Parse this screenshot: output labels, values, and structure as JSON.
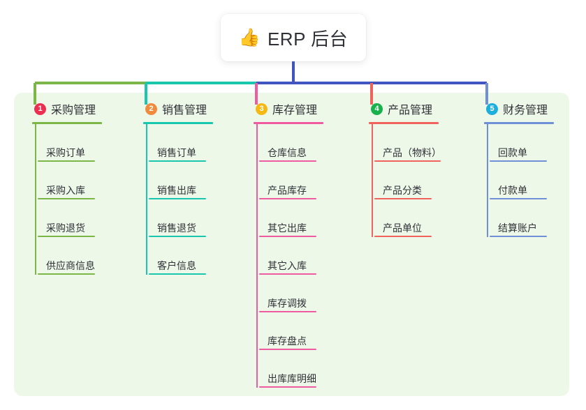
{
  "root": {
    "icon": "thumbs-up-icon",
    "emoji": "👍",
    "title": "ERP 后台"
  },
  "palette": {
    "panel_background": "#eef8e9",
    "page_background": "#ffffff",
    "root_stem": "#4055c0",
    "text": "#2f3137"
  },
  "columns": [
    {
      "index": "1",
      "title": "采购管理",
      "badge_color": "#ec2f51",
      "line_color": "#7ab648",
      "leaves": [
        {
          "label": "采购订单"
        },
        {
          "label": "采购入库"
        },
        {
          "label": "采购退货"
        },
        {
          "label": "供应商信息"
        }
      ]
    },
    {
      "index": "2",
      "title": "销售管理",
      "badge_color": "#f08a3c",
      "line_color": "#19c7ae",
      "leaves": [
        {
          "label": "销售订单"
        },
        {
          "label": "销售出库"
        },
        {
          "label": "销售退货"
        },
        {
          "label": "客户信息"
        }
      ]
    },
    {
      "index": "3",
      "title": "库存管理",
      "badge_color": "#f5b916",
      "line_color": "#ef5aa0",
      "leaves": [
        {
          "label": "仓库信息"
        },
        {
          "label": "产品库存"
        },
        {
          "label": "其它出库"
        },
        {
          "label": "其它入库"
        },
        {
          "label": "库存调拨"
        },
        {
          "label": "库存盘点"
        },
        {
          "label": "出库库明细"
        }
      ]
    },
    {
      "index": "4",
      "title": "产品管理",
      "badge_color": "#18b14b",
      "line_color": "#f2625c",
      "leaves": [
        {
          "label": "产品（物料）",
          "wide": true
        },
        {
          "label": "产品分类"
        },
        {
          "label": "产品单位"
        }
      ]
    },
    {
      "index": "5",
      "title": "财务管理",
      "badge_color": "#1eaede",
      "line_color": "#6f8fd6",
      "leaves": [
        {
          "label": "回款单"
        },
        {
          "label": "付款单"
        },
        {
          "label": "结算账户"
        }
      ]
    }
  ]
}
